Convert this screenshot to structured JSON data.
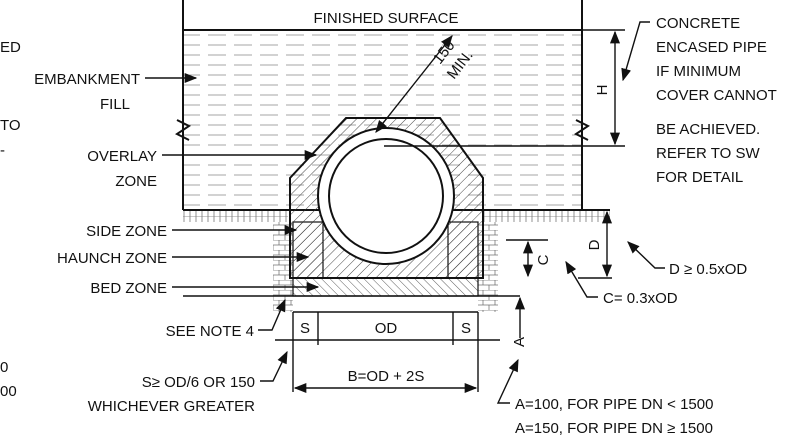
{
  "drawing": {
    "finished_surface": "FINISHED SURFACE",
    "embankment_fill_1": "EMBANKMENT",
    "embankment_fill_2": "FILL",
    "overlay_zone_1": "OVERLAY",
    "overlay_zone_2": "ZONE",
    "side_zone": "SIDE ZONE",
    "haunch_zone": "HAUNCH ZONE",
    "bed_zone": "BED ZONE",
    "see_note_4": "SEE NOTE 4",
    "dim_150": "150",
    "dim_min": "MIN.",
    "dim_h": "H",
    "dim_d": "D",
    "dim_c": "C",
    "dim_a": "A",
    "dim_s_left": "S",
    "dim_od": "OD",
    "dim_s_right": "S",
    "dim_b": "B=OD + 2S",
    "concrete_note": [
      "CONCRETE",
      "ENCASED PIPE",
      "IF MINIMUM",
      "COVER CANNOT",
      "BE ACHIEVED.",
      "REFER TO SW",
      "FOR DETAIL"
    ],
    "note_d": "D ≥ 0.5xOD",
    "note_c": "C= 0.3xOD",
    "note_s_1": "S≥ OD/6 OR 150",
    "note_s_2": "WHICHEVER GREATER",
    "note_a_1": "A=100, FOR PIPE DN < 1500",
    "note_a_2": "A=150, FOR PIPE DN ≥ 1500",
    "left_fragments": [
      "ED",
      "TO",
      "-",
      "0",
      "00"
    ]
  }
}
